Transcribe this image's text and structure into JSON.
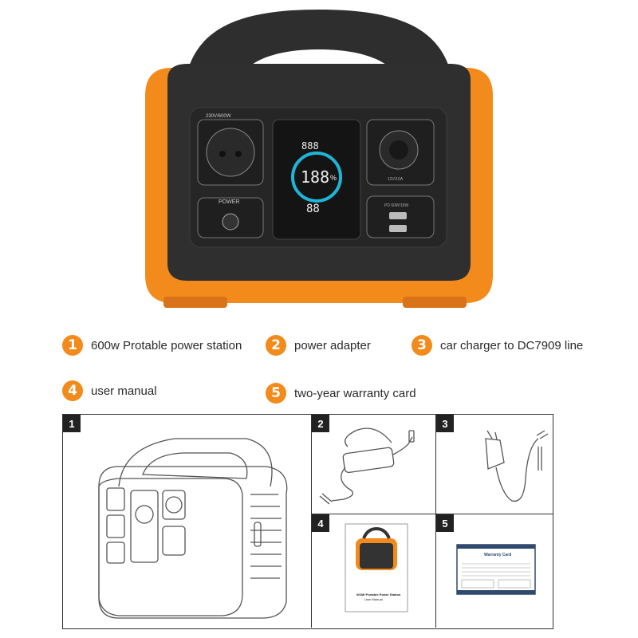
{
  "hero": {
    "socket_label": "230V/600W",
    "power_label": "POWER",
    "display_top": "888",
    "display_percent": "188",
    "percent_sign": "%",
    "display_bottom": "88",
    "dc_label": "12V/10A",
    "usb_label": "PD 60W/18W",
    "accent": "#f28a1c",
    "body_color": "#2f2f2f"
  },
  "contents": [
    {
      "num": "1",
      "label": "600w Protable power station"
    },
    {
      "num": "2",
      "label": "power adapter"
    },
    {
      "num": "3",
      "label": "car charger to DC7909 line"
    },
    {
      "num": "4",
      "label": "user manual"
    },
    {
      "num": "5",
      "label": "two-year warranty card"
    }
  ],
  "panels": {
    "p1": "1",
    "p2": "2",
    "p3": "3",
    "p4": "4",
    "p5": "5",
    "manual_title": "600W Portable Power Station",
    "manual_sub": "User Manual",
    "card_title": "Warranty Card"
  }
}
